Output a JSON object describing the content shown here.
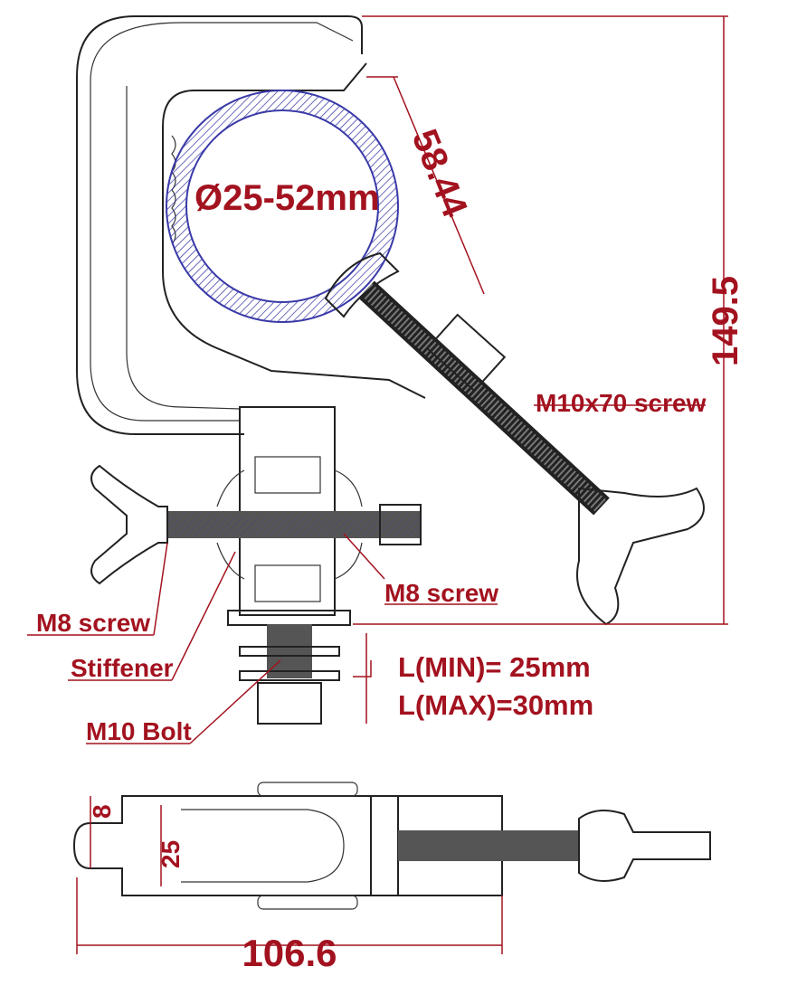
{
  "labels": {
    "pipe_diameter": "Ø25-52mm",
    "opening": "58.44",
    "height": "149.5",
    "main_screw": "M10x70 screw",
    "m8_screw_right": "M8 screw",
    "m8_screw_left": "M8 screw",
    "stiffener": "Stiffener",
    "bolt": "M10 Bolt",
    "l_symbol": "L",
    "l_min": "L(MIN)= 25mm",
    "l_max": "L(MAX)=30mm",
    "slot_width": "8",
    "body_width": "25",
    "total_length": "106.6"
  },
  "colors": {
    "dimension": "#a3121f",
    "pipe": "#3a3aa8",
    "line": "#222222"
  }
}
